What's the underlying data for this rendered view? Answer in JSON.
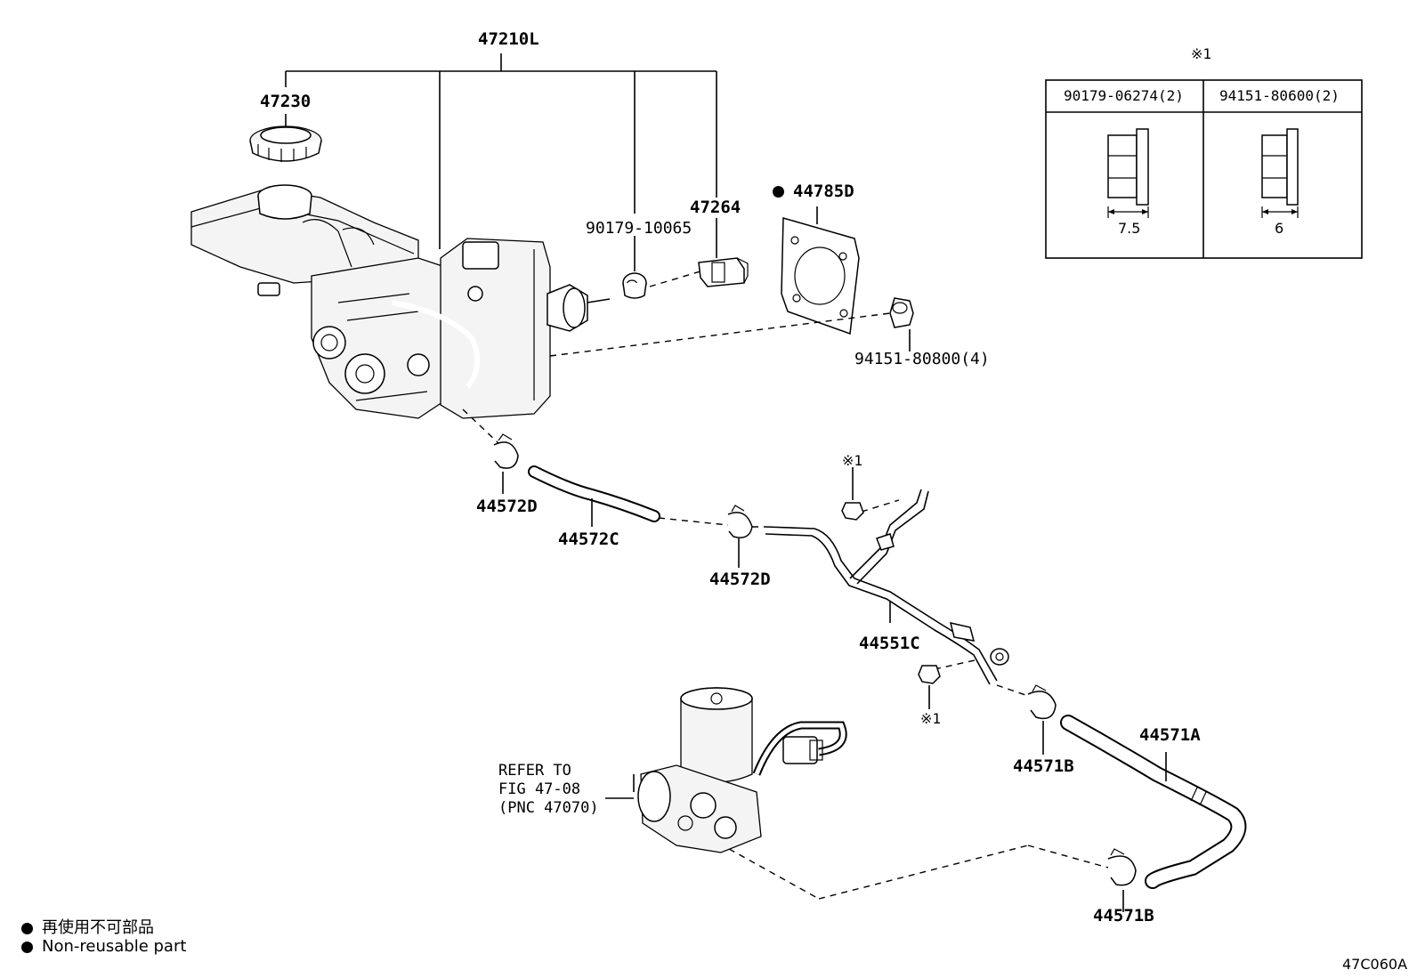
{
  "diagram_code": "47C060A",
  "legend": {
    "symbol_ja": "再使用不可部品",
    "symbol_en": "Non-reusable part"
  },
  "callouts": {
    "assembly": "47210L",
    "cap": "47230",
    "grommet": "90179-10065",
    "bracket": "47264",
    "gasket": "44785D",
    "nut": "94151-80800(4)",
    "clip_top": "44572D",
    "hose_top": "44572C",
    "clip_mid": "44572D",
    "pipe": "44551C",
    "clip_b1": "44571B",
    "hose_a": "44571A",
    "clip_b2": "44571B",
    "ref_mark_1": "※1",
    "ref_mark_2": "※1"
  },
  "refer_note": {
    "line1": "REFER TO",
    "line2": "FIG 47-08",
    "line3": "(PNC 47070)"
  },
  "table": {
    "mark": "※1",
    "col1_header": "90179-06274(2)",
    "col2_header": "94151-80600(2)",
    "col1_dim": "7.5",
    "col2_dim": "6"
  }
}
